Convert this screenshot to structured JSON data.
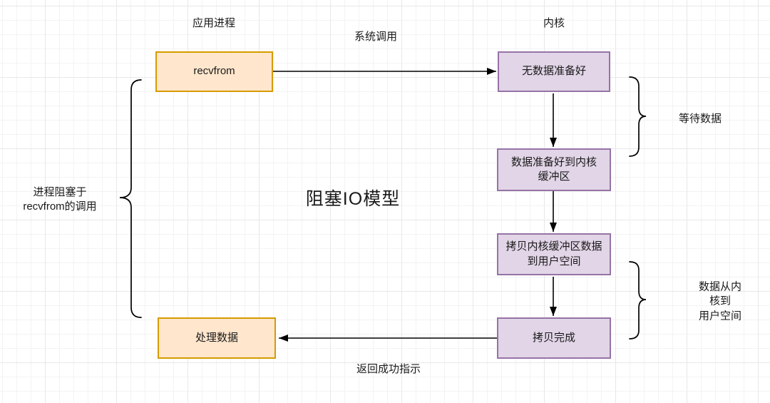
{
  "diagram": {
    "title": "阻塞IO模型",
    "lanes": {
      "app": "应用进程",
      "kernel": "内核"
    },
    "nodes": {
      "recvfrom": "recvfrom",
      "no_data": "无数据准备好",
      "data_ready": "数据准备好到内核\n缓冲区",
      "copy_to_user": "拷贝内核缓冲区数据\n到用户空间",
      "copy_done": "拷贝完成",
      "process_data": "处理数据"
    },
    "edges": {
      "syscall": "系统调用",
      "return_ok": "返回成功指示"
    },
    "annotations": {
      "blocked": "进程阻塞于\nrecvfrom的调用",
      "wait_data": "等待数据",
      "kernel_to_user": "数据从内核到\n用户空间"
    },
    "colors": {
      "app_fill": "#ffe6cc",
      "app_stroke": "#d79b00",
      "kernel_fill": "#e1d5e7",
      "kernel_stroke": "#9673a6",
      "line": "#000000"
    }
  }
}
